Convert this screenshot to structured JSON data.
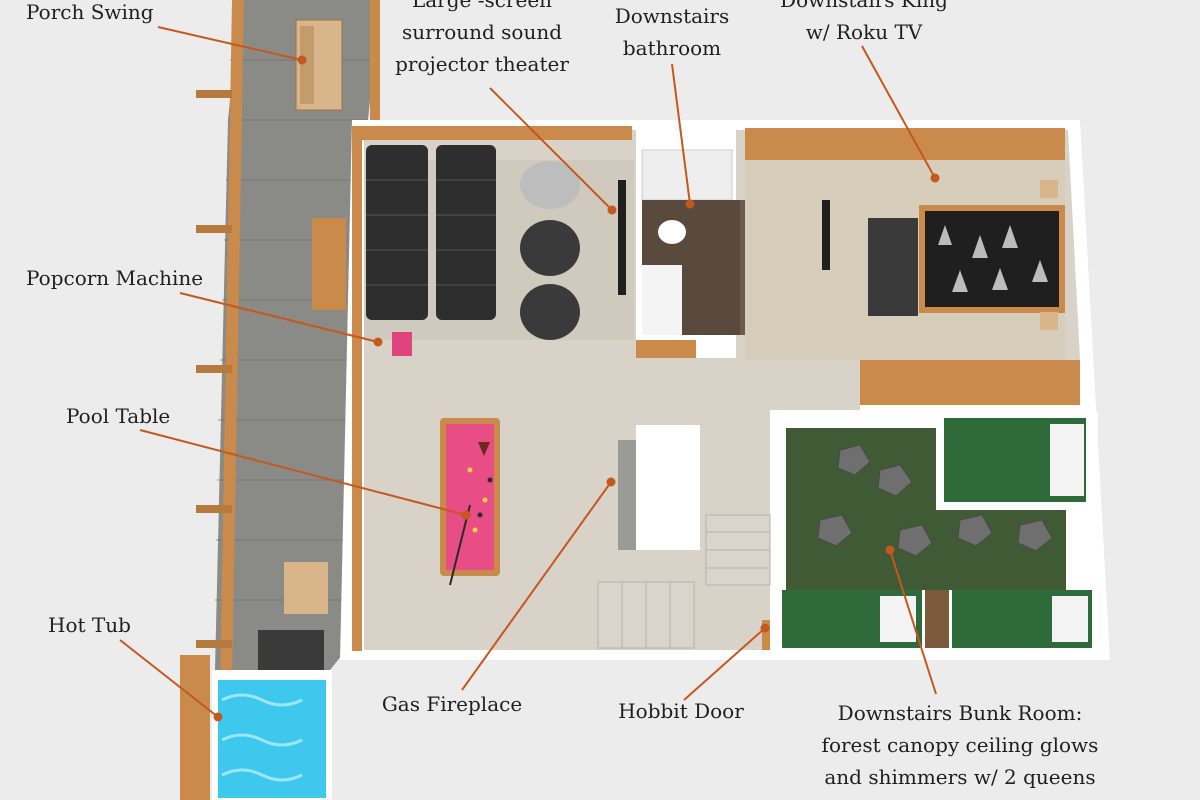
{
  "labels": {
    "porch_swing": "Porch Swing",
    "theater": [
      "Large -screen",
      "surround sound",
      "projector theater"
    ],
    "bathroom": [
      "Downstairs",
      "bathroom"
    ],
    "king": [
      "Downstairs King",
      "w/ Roku TV"
    ],
    "popcorn": "Popcorn Machine",
    "pool_table": "Pool Table",
    "hot_tub": "Hot Tub",
    "fireplace": "Gas Fireplace",
    "hobbit_door": "Hobbit Door",
    "bunk_room": [
      "Downstairs Bunk Room:",
      "forest canopy ceiling glows",
      "and shimmers w/ 2 queens"
    ]
  },
  "colors": {
    "leader": "#c4581f",
    "wall": "#ffffff",
    "wood": "#c98a4b",
    "floor": "#d8d2c8",
    "carpet": "#cfc9be",
    "deck": "#8a8a86",
    "water": "#3fc8ee",
    "felt": "#e84d86",
    "bunk_green": "#2f6a3a"
  }
}
